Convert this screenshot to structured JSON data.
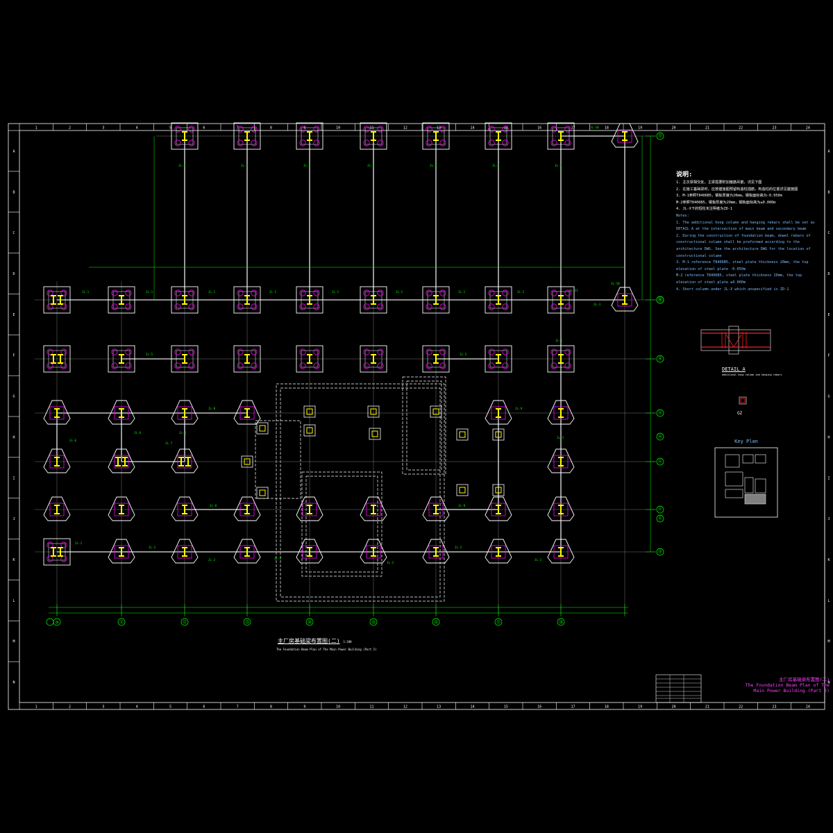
{
  "frame": {
    "col_labels": [
      "1",
      "2",
      "3",
      "4",
      "5",
      "6",
      "7",
      "8",
      "9",
      "10",
      "11",
      "12",
      "13",
      "14",
      "15",
      "16",
      "17",
      "18",
      "19",
      "20",
      "21",
      "22",
      "23",
      "24"
    ],
    "row_labels": [
      "A",
      "B",
      "C",
      "D",
      "E",
      "F",
      "G",
      "H",
      "I",
      "J",
      "K",
      "L",
      "M",
      "N"
    ]
  },
  "notes": {
    "heading": "说明:",
    "cn": [
      "1. 主次梁相交处，主梁需要附加箍筋吊筋，详见下图",
      "2. 在施工基础梁时，应按建施图预留构造柱插筋，构造柱的位置详见建施图",
      "3. M-1参照T8406B5，钢板厚度为20mm，钢板面标高为-0.050m",
      "   M-2参照T8406B5，钢板厚度为20mm，钢板面标高为±0.000m",
      "4. JL-X下的短柱未注明者为ZD-1"
    ],
    "en_heading": "Notes:",
    "en": [
      "1. The additional hoop column and hanging rebars shall be set as",
      "   DETAIL A at the intersection of main beam and secondary beam",
      "2. During the construction of foundation beam, dowel rebars of",
      "   constructional column shall be preformed according to the",
      "   architecture DWG. See the architecture DWG for the location of",
      "   constructional column",
      "3. M-1 reference T8406B5, steel plate thickness 20mm,  the top",
      "   elevation of steel plate -0.050m",
      "   M-2 reference T8406B5, steel plate thickness 20mm,  the top",
      "   elevation of steel plate ±0.000m",
      "4. Short column under JL-X which unspecified is ZD-1"
    ]
  },
  "detail": {
    "title": "DETAIL A",
    "sub": "additional hoop column and hanging rebars",
    "tag": "GZ"
  },
  "key_plan": {
    "title": "Key Plan"
  },
  "drawing": {
    "title_cn": "主厂房基础梁布置图(二)",
    "title_scale": "1:100",
    "title_en": "The Foundation Beam Plan of The Main Power Building (Part 2)"
  },
  "title_block": {
    "title_cn": "主厂房基础梁布置图(二)",
    "title_en_1": "The Foundation Beam Plan of The",
    "title_en_2": "Main Power Building (Part 2)"
  },
  "grid": {
    "bottom_axes": [
      "⑩",
      "⑪",
      "⑫",
      "⑬",
      "⑭",
      "⑮",
      "⑯",
      "⑰",
      "⑱"
    ],
    "right_axes": [
      "Ⓓ",
      "Ⓒ",
      "Ⓑ",
      "Ⓐ",
      "Ⓗ",
      "Ⓖ",
      "Ⓕ",
      "Ⓔ",
      "Ⓓ",
      "Ⓐ"
    ]
  },
  "colors": {
    "background": "#000000",
    "frame": "#ffffff",
    "footing": "#ffffff",
    "column": "#ffff00",
    "bolt": "#ff00ff",
    "beam": "#bfbfbf",
    "label": "#00ff00",
    "dashed": "#ffffff",
    "note_en": "#7fbfff",
    "title_magenta": "#ff40ff",
    "detail_red": "#ff2020"
  }
}
